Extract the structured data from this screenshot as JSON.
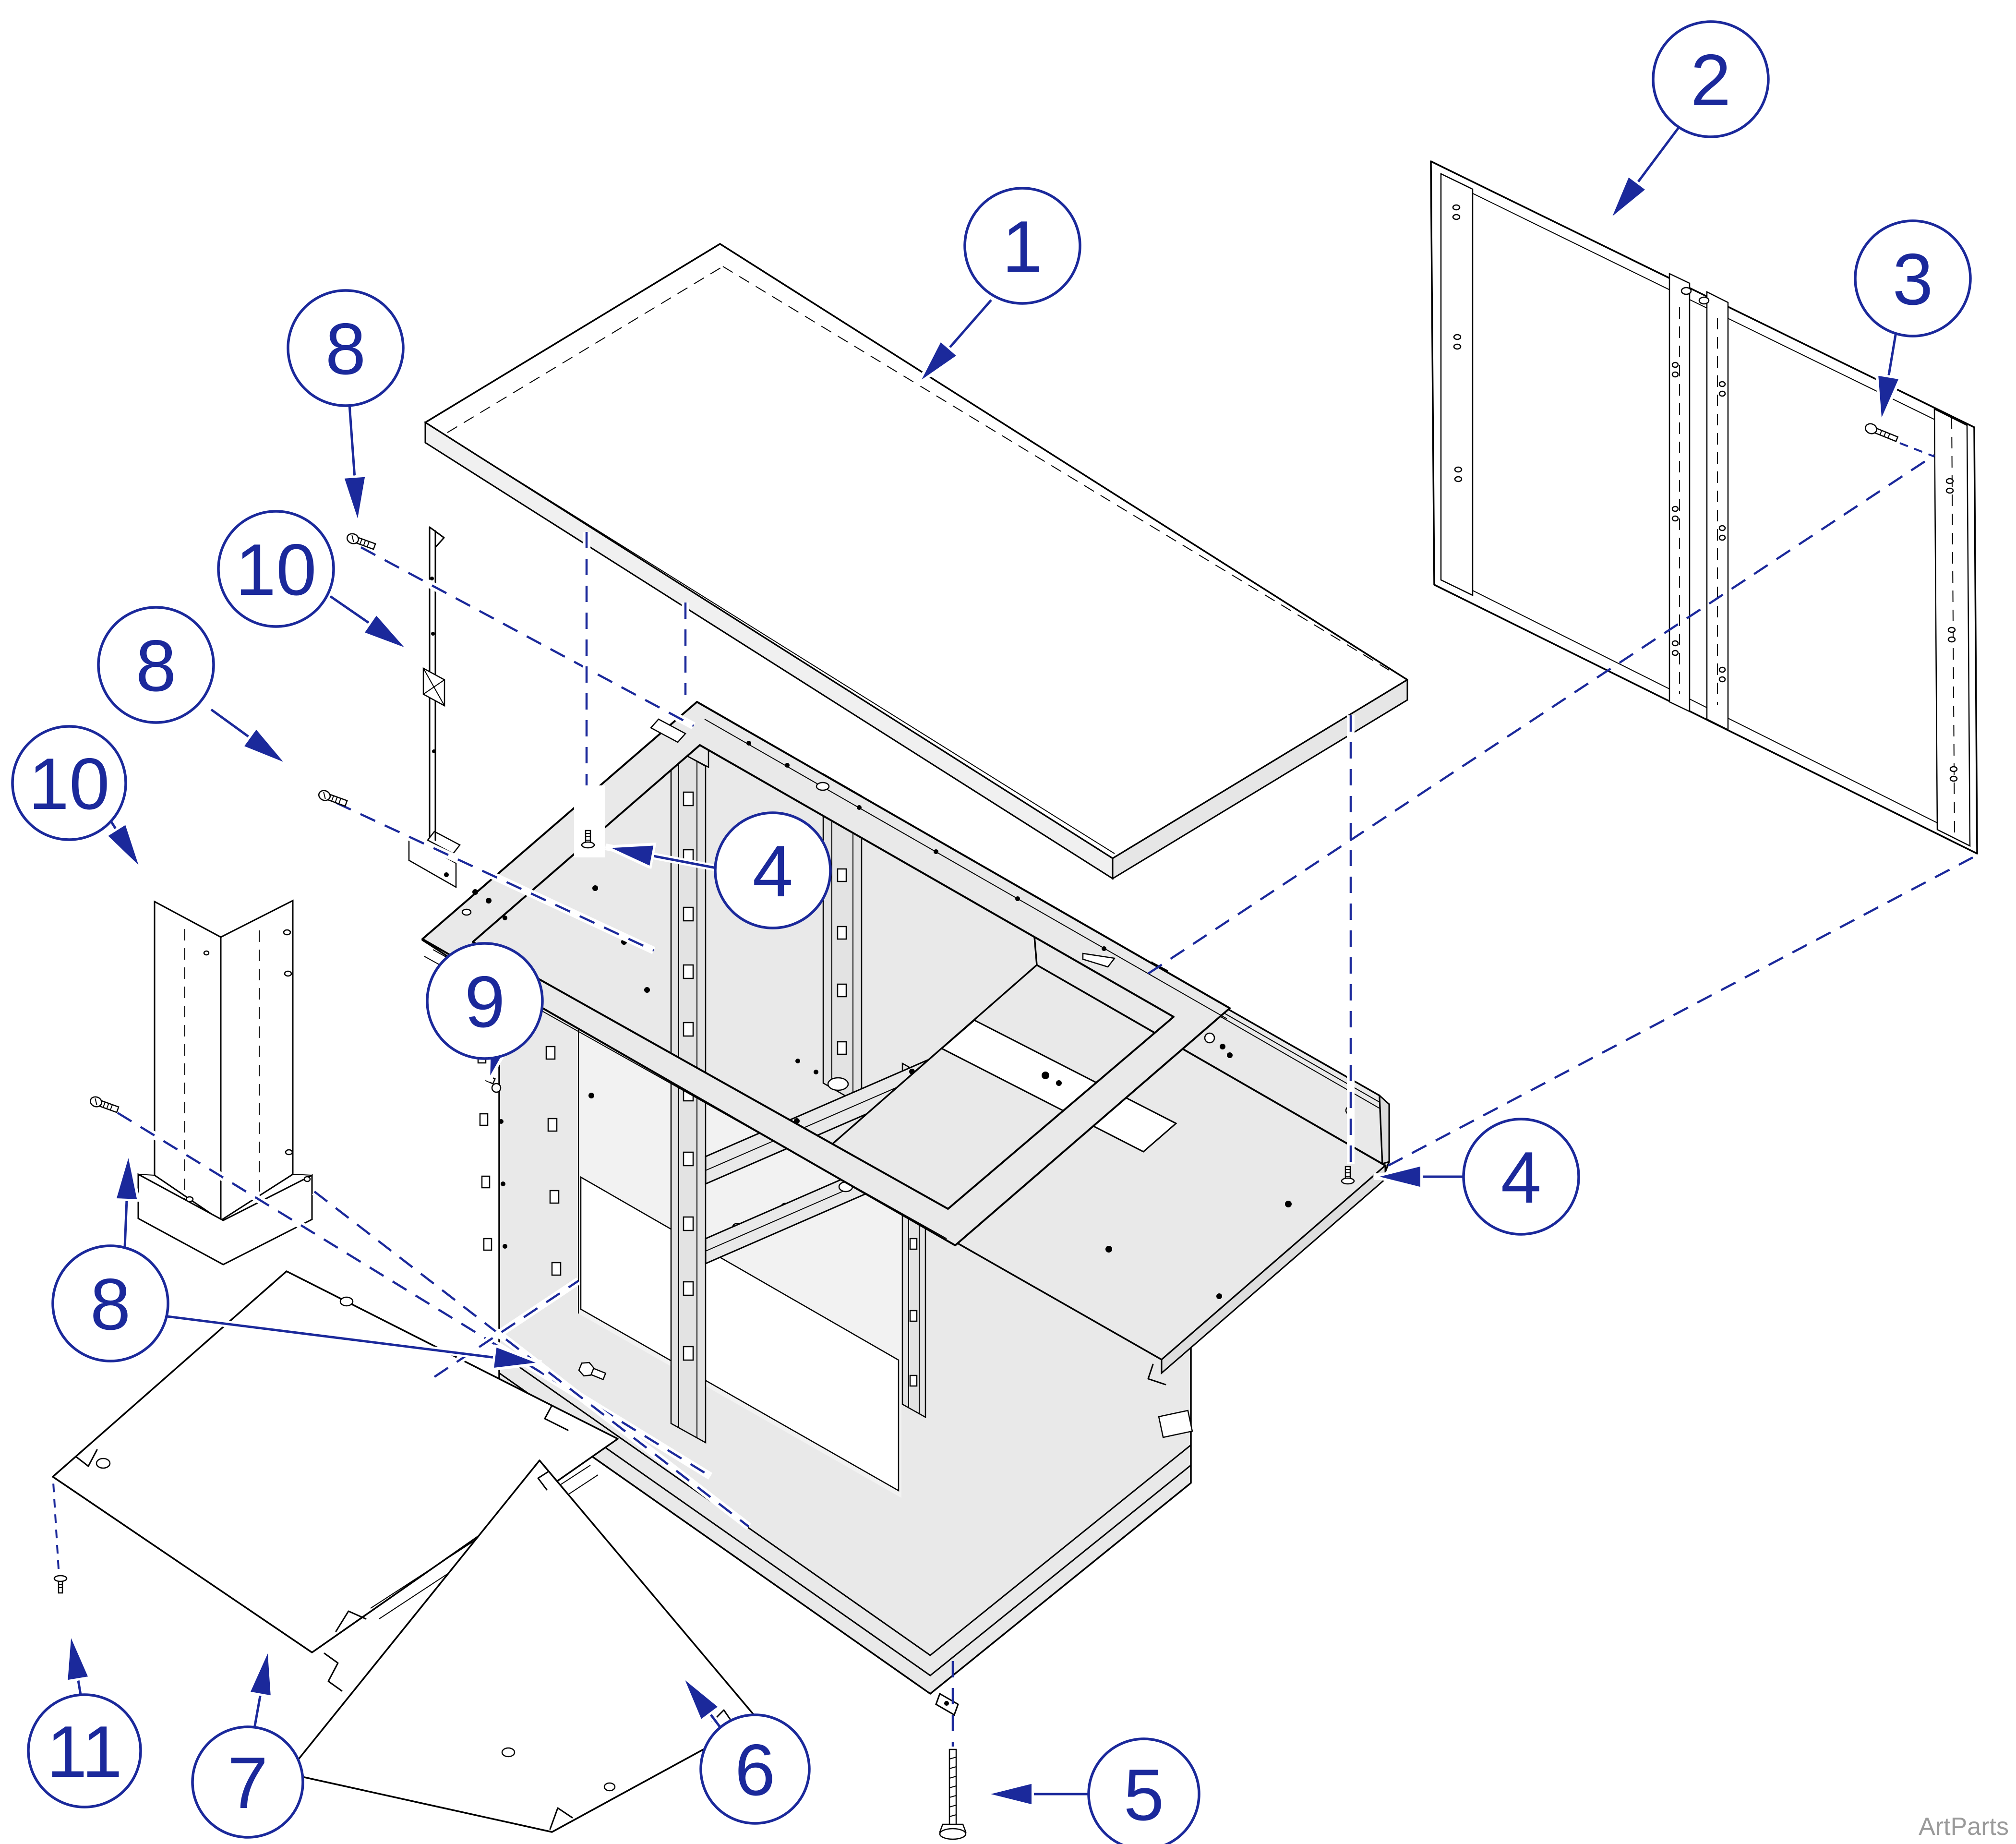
{
  "diagram": {
    "watermark": "ArtParts",
    "colors": {
      "line": "#000000",
      "callout_blue": "#1b299b",
      "panel_fill": "#e9e9e9",
      "background": "#ffffff",
      "watermark_gray": "#9a9a9a"
    },
    "callouts": [
      {
        "label": "1"
      },
      {
        "label": "2"
      },
      {
        "label": "3"
      },
      {
        "label": "4"
      },
      {
        "label": "4"
      },
      {
        "label": "5"
      },
      {
        "label": "6"
      },
      {
        "label": "7"
      },
      {
        "label": "8"
      },
      {
        "label": "8"
      },
      {
        "label": "8"
      },
      {
        "label": "9"
      },
      {
        "label": "10"
      },
      {
        "label": "10"
      },
      {
        "label": "11"
      }
    ]
  }
}
